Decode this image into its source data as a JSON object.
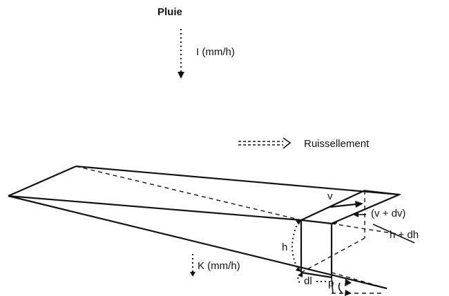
{
  "labels": {
    "rain": "Pluie",
    "rain_intensity": "I (mm/h)",
    "runoff_legend": "Ruissellement",
    "infiltration": "K (mm/h)",
    "velocity": "v",
    "velocity_next": "(v + dv)",
    "depth": "h",
    "depth_next": "h + dh",
    "length_element": "dl",
    "slope": "p"
  }
}
